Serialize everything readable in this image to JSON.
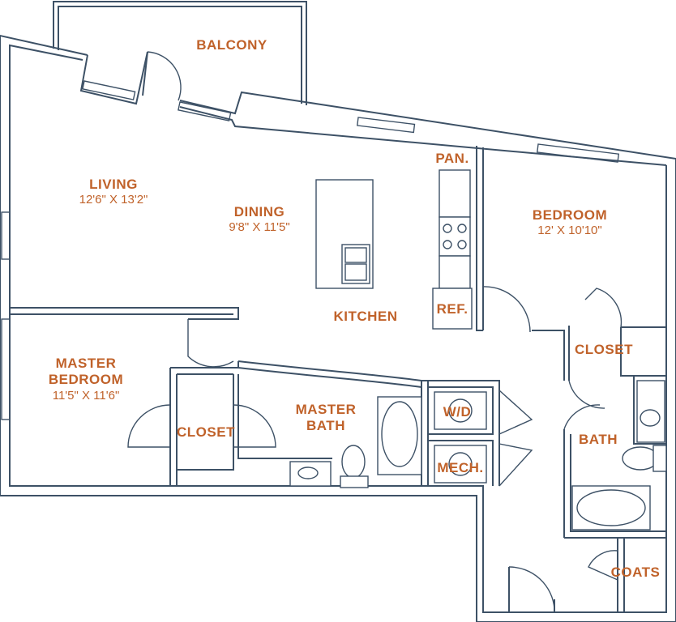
{
  "rooms": {
    "balcony": {
      "name": "BALCONY"
    },
    "living": {
      "name": "LIVING",
      "dims": "12'6\" X 13'2\""
    },
    "dining": {
      "name": "DINING",
      "dims": "9'8\" X 11'5\""
    },
    "pantry": {
      "name": "PAN."
    },
    "bedroom": {
      "name": "BEDROOM",
      "dims": "12' X 10'10\""
    },
    "kitchen": {
      "name": "KITCHEN"
    },
    "refrigerator": {
      "name": "REF."
    },
    "closet_bedroom": {
      "name": "CLOSET"
    },
    "master_bedroom": {
      "name": "MASTER BEDROOM",
      "dims": "11'5\" X 11'6\""
    },
    "master_closet": {
      "name": "CLOSET"
    },
    "master_bath": {
      "name": "MASTER BATH"
    },
    "washer_dryer": {
      "name": "W/D"
    },
    "bath": {
      "name": "BATH"
    },
    "mechanical": {
      "name": "MECH."
    },
    "coats": {
      "name": "COATS"
    }
  },
  "colors": {
    "wall": "#3d5166",
    "label": "#c0622a"
  }
}
